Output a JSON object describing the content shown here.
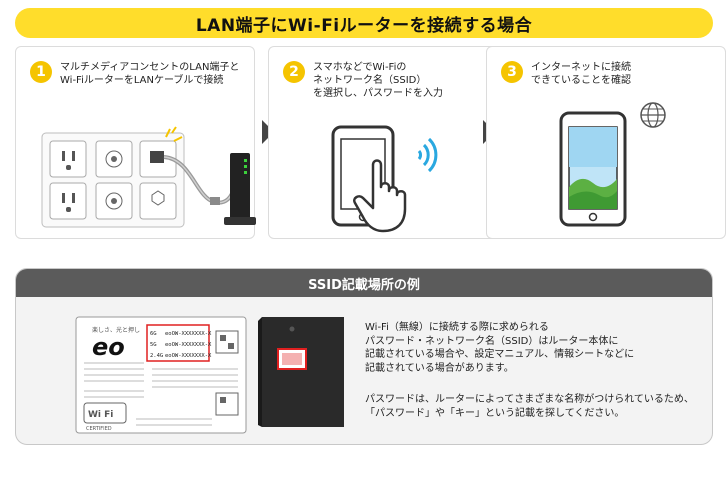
{
  "title": "LAN端子にWi-Fiルーターを接続する場合",
  "steps": [
    {
      "num": "1",
      "text": "マルチメディアコンセントのLAN端子と\nWi-FiルーターをLANケーブルで接続"
    },
    {
      "num": "2",
      "text": "スマホなどでWi-Fiの\nネットワーク名（SSID）\nを選択し、パスワードを入力"
    },
    {
      "num": "3",
      "text": "インターネットに接続\nできていることを確認"
    }
  ],
  "ssid_section": {
    "header": "SSID記載場所の例",
    "paragraph1": "Wi-Fi（無線）に接続する際に求められる\nパスワード・ネットワーク名（SSID）はルーター本体に\n記載されている場合や、設定マニュアル、情報シートなどに\n記載されている場合があります。",
    "paragraph2": "パスワードは、ルーターによってさまざまな名称がつけられているため、\n「パスワード」や「キー」という記載を探してください。",
    "label": {
      "tagline": "楽しさ、光と押し",
      "brand": "eo",
      "rows": [
        {
          "band": "6G",
          "ssid": "eoOW-XXXXXXX-X"
        },
        {
          "band": "5G",
          "ssid": "eoOW-XXXXXXX-X"
        },
        {
          "band": "2.4G",
          "ssid": "eoOW-XXXXXXX-X"
        }
      ],
      "wifi_mark": "Wi Fi",
      "certified": "CERTIFIED"
    }
  },
  "colors": {
    "accent": "#ffdd2b",
    "step_number": "#f5c400",
    "header_gray": "#5b5b5b",
    "ssid_highlight": "#e02020"
  }
}
